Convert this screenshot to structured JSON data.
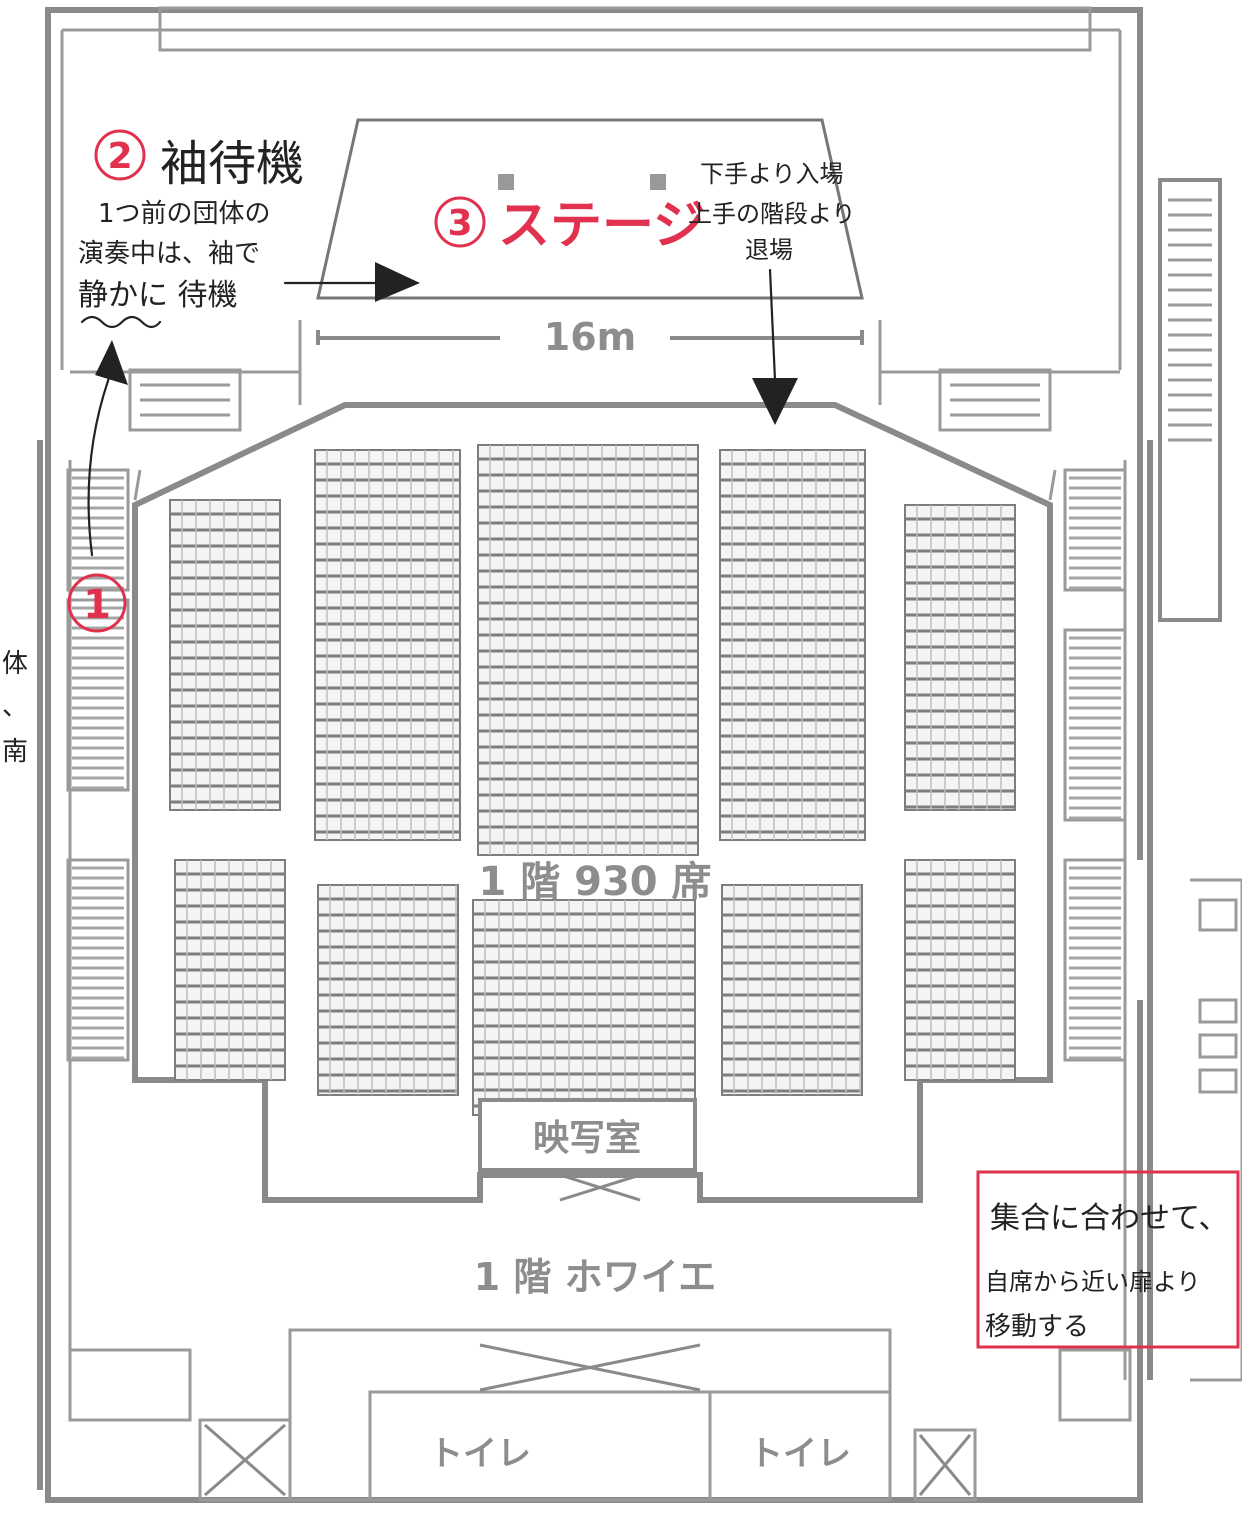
{
  "stage": {
    "label": "ステージ",
    "width_label": "16m"
  },
  "hall": {
    "seats_label": "1 階 930 席",
    "foyer_label": "1 階 ホワイエ",
    "control_room_label": "映写室"
  },
  "toilets": [
    "トイレ",
    "トイレ"
  ],
  "annotations": {
    "step1": {
      "number": "1"
    },
    "step2": {
      "number": "2",
      "title": "袖待機",
      "lines": [
        "1つ前の団体の",
        "演奏中は、袖で",
        "静かに 待機"
      ]
    },
    "step3": {
      "number": "3",
      "title": "ステージ"
    },
    "exit_note": {
      "lines": [
        "下手より入場",
        "上手の階段より",
        "退場"
      ]
    },
    "gather_note": {
      "lines": [
        "集合に合わせて、",
        "自席から近い扉より",
        "移動する"
      ]
    },
    "margin_fragment": {
      "lines": [
        "体",
        "、",
        "南"
      ]
    }
  },
  "colors": {
    "ink": "#222222",
    "red_pen": "#e0314f",
    "plan": "#8a8a8a",
    "seat": "#7d7d7d"
  }
}
